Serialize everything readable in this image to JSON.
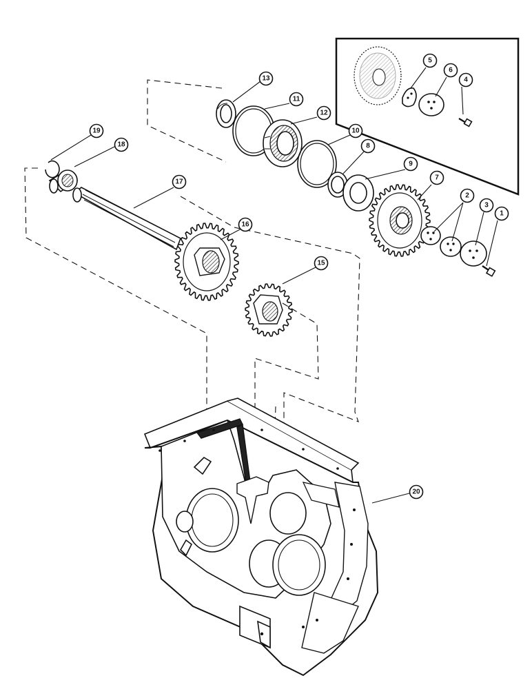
{
  "diagram": {
    "callouts": [
      {
        "id": "c1",
        "label": "1"
      },
      {
        "id": "c2",
        "label": "2"
      },
      {
        "id": "c3",
        "label": "3"
      },
      {
        "id": "c4",
        "label": "4"
      },
      {
        "id": "c5",
        "label": "5"
      },
      {
        "id": "c6",
        "label": "6"
      },
      {
        "id": "c7",
        "label": "7"
      },
      {
        "id": "c8",
        "label": "8"
      },
      {
        "id": "c9",
        "label": "9"
      },
      {
        "id": "c10",
        "label": "10"
      },
      {
        "id": "c11",
        "label": "11"
      },
      {
        "id": "c12",
        "label": "12"
      },
      {
        "id": "c13",
        "label": "13"
      },
      {
        "id": "c15",
        "label": "15"
      },
      {
        "id": "c16",
        "label": "16"
      },
      {
        "id": "c17",
        "label": "17"
      },
      {
        "id": "c18",
        "label": "18"
      },
      {
        "id": "c19",
        "label": "19"
      },
      {
        "id": "c20",
        "label": "20"
      }
    ]
  }
}
